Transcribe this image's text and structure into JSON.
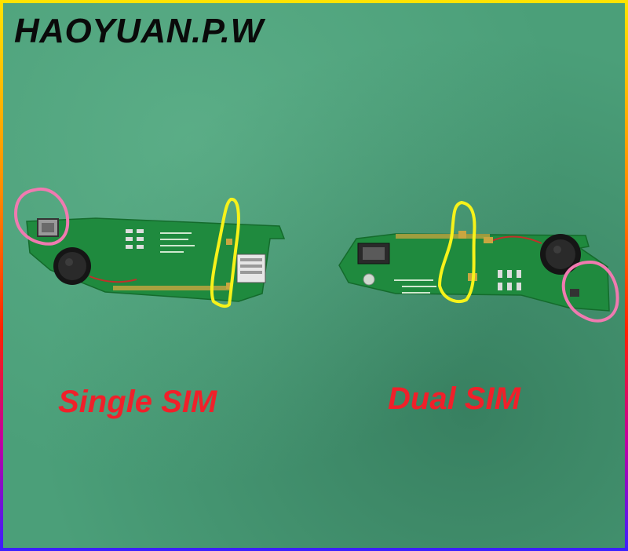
{
  "watermark": "HAOYUAN.P.W",
  "labels": {
    "single": "Single SIM",
    "dual": "Dual SIM"
  },
  "colors": {
    "background": "#4b9f79",
    "pcb": "#1f8a3e",
    "caption": "#f0202a",
    "highlight_yellow": "#f6f21a",
    "highlight_pink": "#f07ab0"
  }
}
